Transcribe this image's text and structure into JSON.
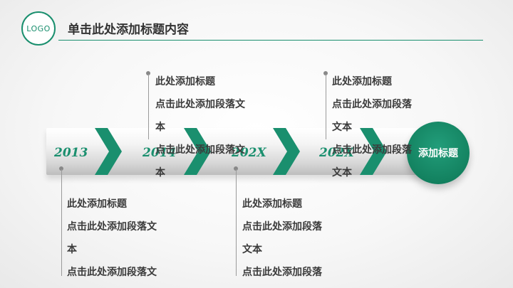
{
  "header": {
    "logo": "LOGO",
    "title": "单击此处添加标题内容"
  },
  "timeline": {
    "years": [
      "2013",
      "2014",
      "202X",
      "202X"
    ],
    "end_label": "添加标题"
  },
  "blocks": {
    "top1": [
      "此处添加标题",
      "点击此处添加段落文",
      "本",
      "点击此处添加段落文",
      "本"
    ],
    "top2": [
      "此处添加标题",
      "点击此处添加段落",
      "文本",
      "点击此处添加段落",
      "文本"
    ],
    "bottom1": [
      "此处添加标题",
      "点击此处添加段落文",
      "本",
      "点击此处添加段落文"
    ],
    "bottom2": [
      "此处添加标题",
      "点击此处添加段落",
      "文本",
      "点击此处添加段落"
    ]
  },
  "colors": {
    "accent": "#1a8f6e",
    "text": "#3b3b3b"
  }
}
